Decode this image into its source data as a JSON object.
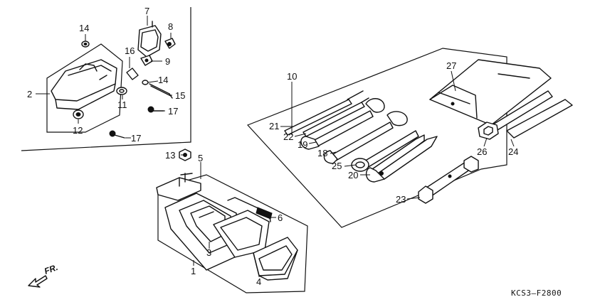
{
  "diagram": {
    "labels": {
      "p1": "1",
      "p2": "2",
      "p3": "3",
      "p4": "4",
      "p5": "5",
      "p6": "6",
      "p7": "7",
      "p8": "8",
      "p9": "9",
      "p10": "10",
      "p11": "11",
      "p12": "12",
      "p13": "13",
      "p14a": "14",
      "p14b": "14",
      "p15": "15",
      "p16": "16",
      "p17a": "17",
      "p17b": "17",
      "p18": "18",
      "p19": "19",
      "p20": "20",
      "p21": "21",
      "p22": "22",
      "p23": "23",
      "p24": "24",
      "p25": "25",
      "p26": "26",
      "p27": "27"
    },
    "direction_label": "FR.",
    "drawing_code": "KCS3–F2800"
  }
}
